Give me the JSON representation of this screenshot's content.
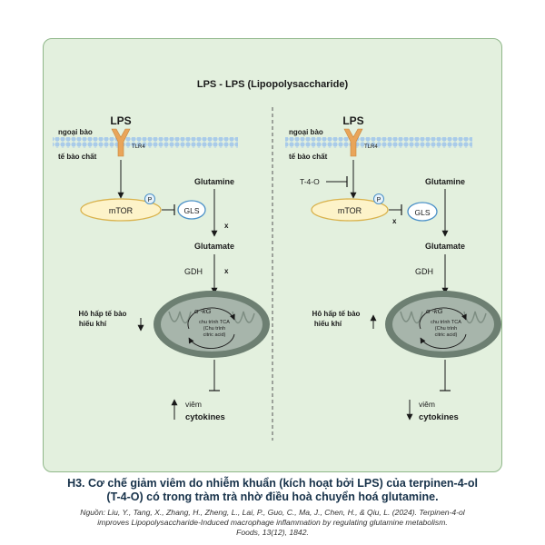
{
  "title": "LPS - LPS (Lipopolysaccharide)",
  "labels": {
    "lps": "LPS",
    "tlr4": "TLR4",
    "extracellular": "ngoại bào",
    "cytoplasm": "tế bào chất",
    "mtor": "mTOR",
    "phospho": "P",
    "gls": "GLS",
    "glutamine": "Glutamine",
    "glutamate": "Glutamate",
    "gdh": "GDH",
    "block_mark": "x",
    "respiration_line1": "Hô hấp tế bào",
    "respiration_line2": "hiếu khí",
    "akg": "α -kG",
    "tca_line1": "chu trình TCA",
    "tca_line2": "(Chu trình",
    "tca_line3": "citric acid)",
    "inflammation": "viêm",
    "cytokines": "cytokines",
    "inhibitor": "T-4-O"
  },
  "colors": {
    "panel_bg": "#e3f0de",
    "membrane": "#a9cbe9",
    "receptor": "#e9a55a",
    "mtor_fill": "#fdf3c9",
    "mtor_stroke": "#d9b24c",
    "gls_stroke": "#4a90c8",
    "mito_outer": "#6d7f72",
    "mito_inner": "#a7b5ab",
    "caption": "#17324a"
  },
  "caption": {
    "line1": "H3. Cơ chế giảm viêm do nhiễm khuẩn (kích hoạt bởi LPS) của terpinen-4-ol",
    "line2": "(T-4-O) có trong tràm trà nhờ điều hoà chuyển hoá glutamine.",
    "source_line1": "Nguồn: Liu, Y., Tang, X., Zhang, H., Zheng, L., Lai, P., Guo, C., Ma, J., Chen, H., & Qiu, L. (2024). Terpinen-4-ol",
    "source_line2": "improves Lipopolysaccharide-Induced macrophage inflammation by regulating glutamine metabolism.",
    "source_line3": "Foods, 13(12), 1842."
  }
}
